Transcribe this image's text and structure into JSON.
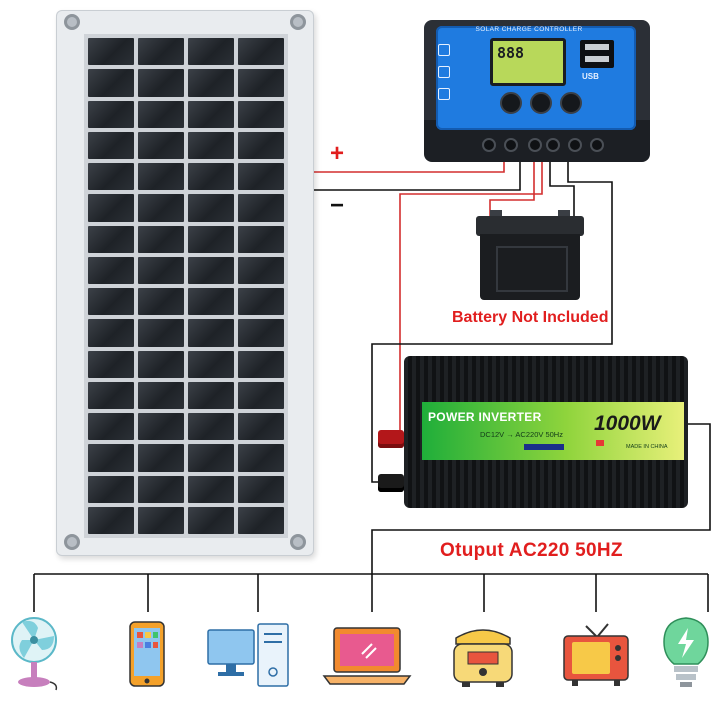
{
  "solar_panel": {
    "name": "solar-panel"
  },
  "controller": {
    "title": "SOLAR CHARGE CONTROLLER",
    "display": "888",
    "usb_label": "USB"
  },
  "battery": {
    "caption": "Battery Not Included"
  },
  "inverter": {
    "brand_label": "POWER INVERTER",
    "power": "1000W",
    "spec": "DC12V → AC220V 50Hz",
    "made": "MADE IN CHINA"
  },
  "wiring": {
    "positive": "+",
    "negative": "−"
  },
  "output": {
    "caption": "Otuput AC220 50HZ"
  },
  "appliances": [
    {
      "icon": "fan-icon"
    },
    {
      "icon": "smartphone-icon"
    },
    {
      "icon": "desktop-computer-icon"
    },
    {
      "icon": "laptop-icon"
    },
    {
      "icon": "rice-cooker-icon"
    },
    {
      "icon": "television-icon"
    },
    {
      "icon": "light-bulb-icon"
    }
  ],
  "colors": {
    "wire_positive": "#d32f2f",
    "wire_negative": "#111111",
    "caption_red": "#e11e1e",
    "controller_blue": "#1f7be0"
  }
}
